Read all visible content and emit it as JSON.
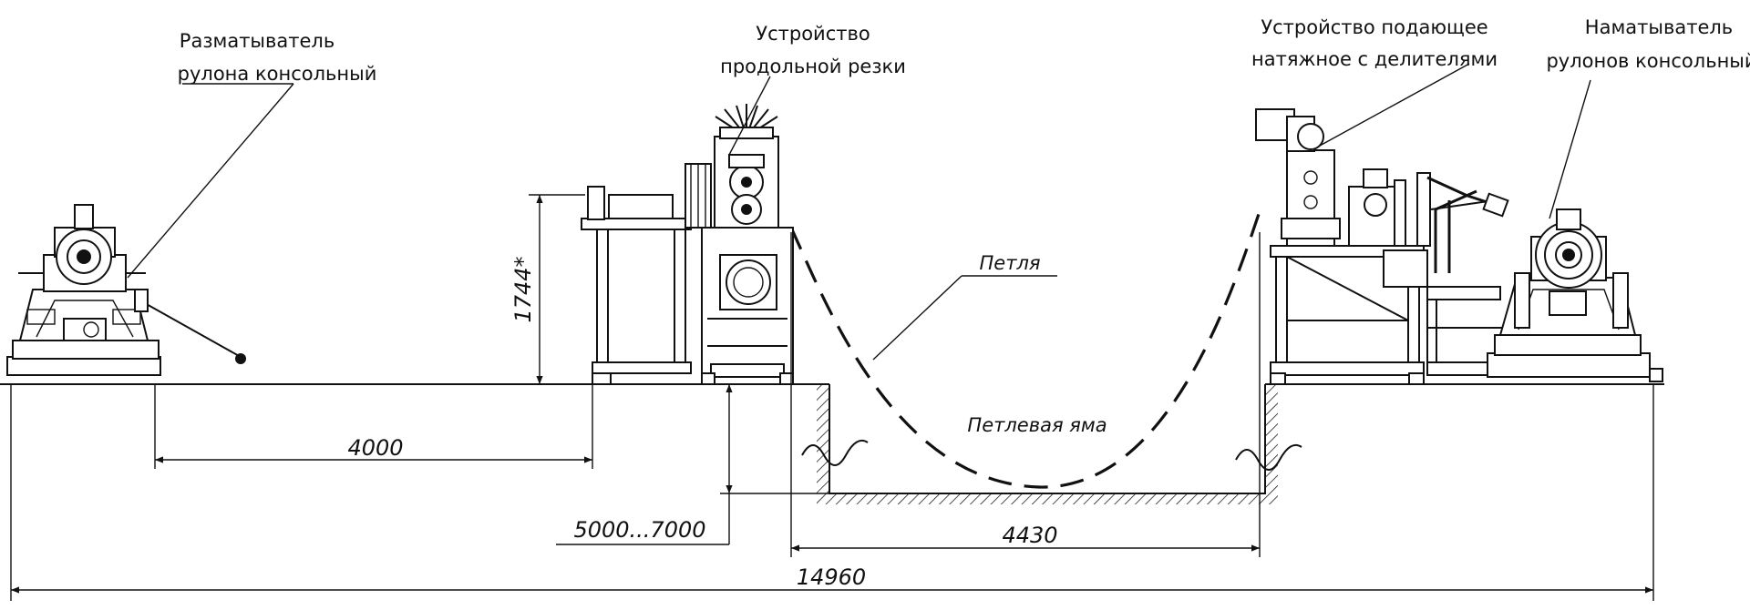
{
  "labels": {
    "uncoiler": [
      "Разматыватель",
      "рулона консольный"
    ],
    "slitter": [
      "Устройство",
      "продольной резки"
    ],
    "tension": [
      "Устройство подающее",
      "натяжное с делителями"
    ],
    "recoiler": [
      "Наматыватель",
      "рулонов консольный"
    ],
    "loop": "Петля",
    "loop_pit": "Петлевая яма"
  },
  "dimensions": {
    "uncoiler_to_slitter": "4000",
    "height": "1744*",
    "pit_depth": "5000...7000",
    "pit_width": "4430",
    "overall_length": "14960"
  }
}
